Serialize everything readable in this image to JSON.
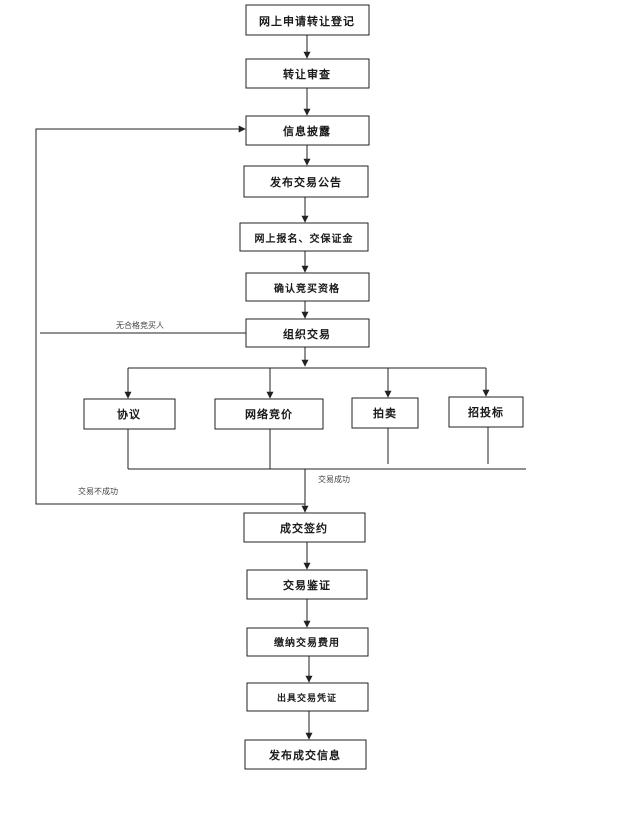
{
  "nodes": {
    "apply": "网上申请转让登记",
    "review": "转让审查",
    "disclose": "信息披露",
    "announce": "发布交易公告",
    "register": "网上报名、交保证金",
    "qualify": "确认竞买资格",
    "organize": "组织交易",
    "agreement": "协议",
    "online_bid": "网络竞价",
    "auction": "拍卖",
    "tender": "招投标",
    "sign": "成交签约",
    "verify": "交易鉴证",
    "fees": "缴纳交易费用",
    "certificate": "出具交易凭证",
    "publish": "发布成交信息"
  },
  "notes": {
    "unqualified": "无合格竞买人",
    "success": "交易成功",
    "failure": "交易不成功"
  }
}
